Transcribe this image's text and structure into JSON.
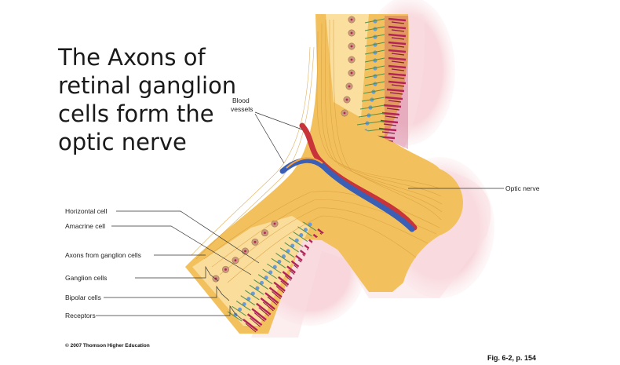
{
  "slide": {
    "title": "The Axons of retinal ganglion cells form the optic nerve"
  },
  "diagram": {
    "labels": {
      "blood_vessels_1": "Blood",
      "blood_vessels_2": "vessels",
      "optic_nerve": "Optic nerve",
      "horizontal_cell": "Horizontal cell",
      "amacrine_cell": "Amacrine cell",
      "axons": "Axons from ganglion cells",
      "ganglion_cells": "Ganglion cells",
      "bipolar_cells": "Bipolar cells",
      "receptors": "Receptors"
    },
    "colors": {
      "tissue": "#f2c15e",
      "tissue_light": "#fbe2a6",
      "fiber_line": "#d89d3c",
      "artery": "#c8343a",
      "vein": "#3a5fb4",
      "receptor": "#b3235a",
      "bipolar": "#6a9ad8",
      "amacrine": "#4f8f4a",
      "ganglion": "#c99b7a",
      "background_glow": "#f7d2d7"
    }
  },
  "footer": {
    "copyright": "© 2007 Thomson Higher Education",
    "figure_ref": "Fig. 6-2, p. 154"
  }
}
